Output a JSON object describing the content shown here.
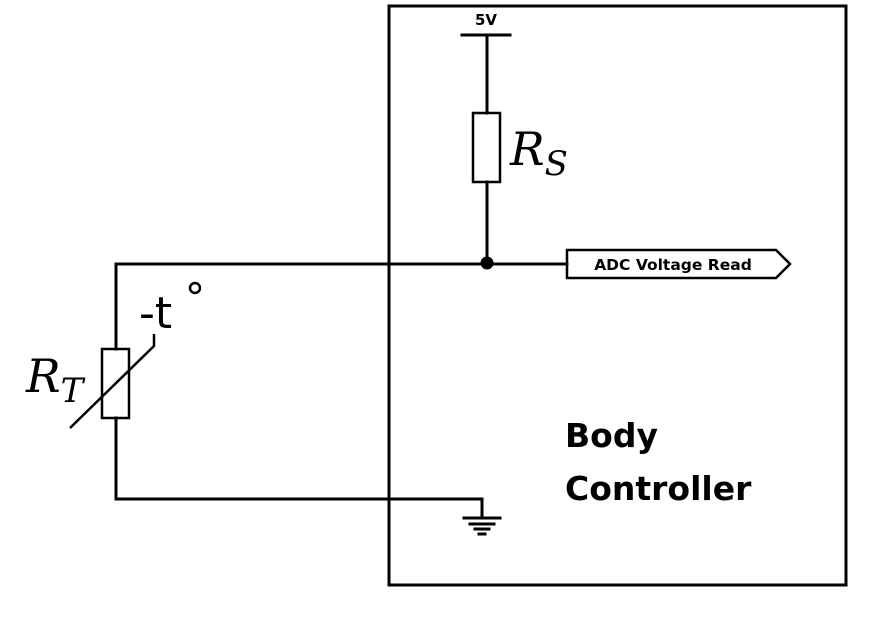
{
  "diagram": {
    "type": "circuit-schematic",
    "supply": {
      "label": "5V"
    },
    "series_resistor": {
      "symbol": "R",
      "subscript": "S"
    },
    "thermistor": {
      "symbol": "R",
      "subscript": "T",
      "annotation": "-t",
      "degree": "°"
    },
    "output_port": {
      "label": "ADC Voltage Read"
    },
    "controller": {
      "line1": "Body",
      "line2": "Controller"
    },
    "ground": {
      "symbol": "ground"
    }
  }
}
